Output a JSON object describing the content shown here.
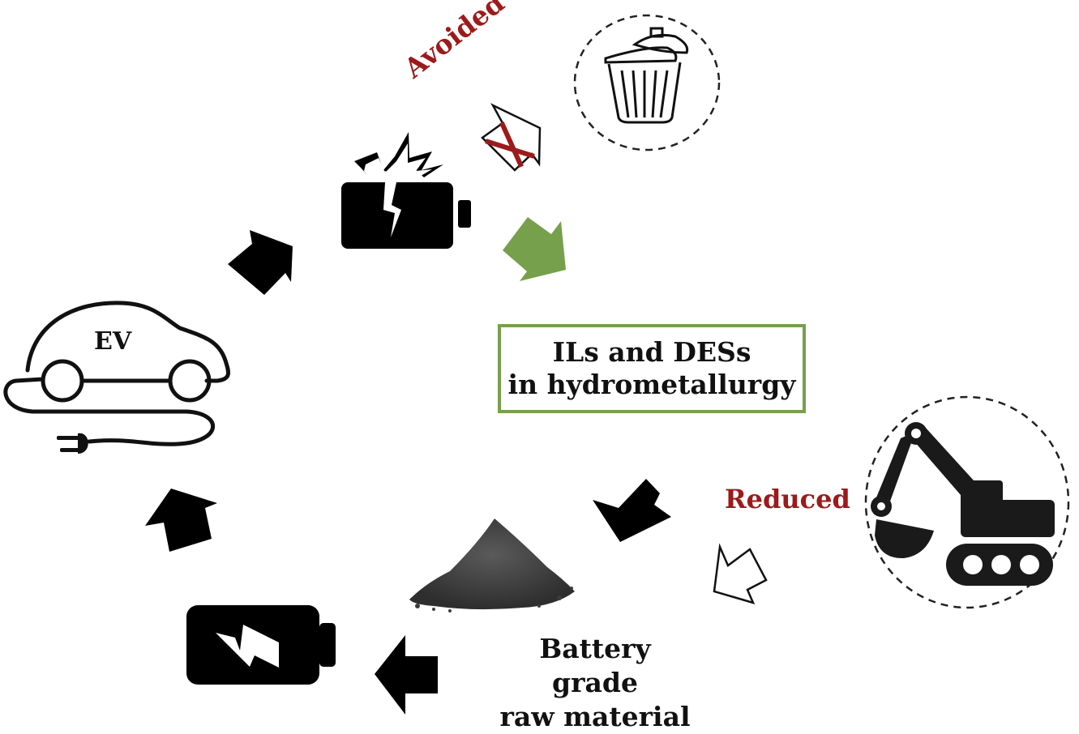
{
  "diagram": {
    "title": "Battery recycling cycle with ILs and DESs",
    "central_process": {
      "line1": "ILs and DESs",
      "line2": "in hydrometallurgy"
    },
    "nodes": {
      "ev": {
        "label": "EV",
        "icon": "electric-car-icon"
      },
      "spent_battery": {
        "icon": "broken-battery-icon"
      },
      "landfill": {
        "icon": "trash-can-icon"
      },
      "mining": {
        "icon": "excavator-icon"
      },
      "raw_material": {
        "line1": "Battery grade",
        "line2": "raw material",
        "icon": "powder-pile-icon"
      },
      "new_battery": {
        "icon": "charging-battery-icon"
      }
    },
    "annotations": {
      "avoided": "Avoided",
      "reduced": "Reduced"
    },
    "colors": {
      "accent_green": "#76a04c",
      "annotation_red": "#9b1b1b",
      "icon_black": "#000000"
    }
  }
}
